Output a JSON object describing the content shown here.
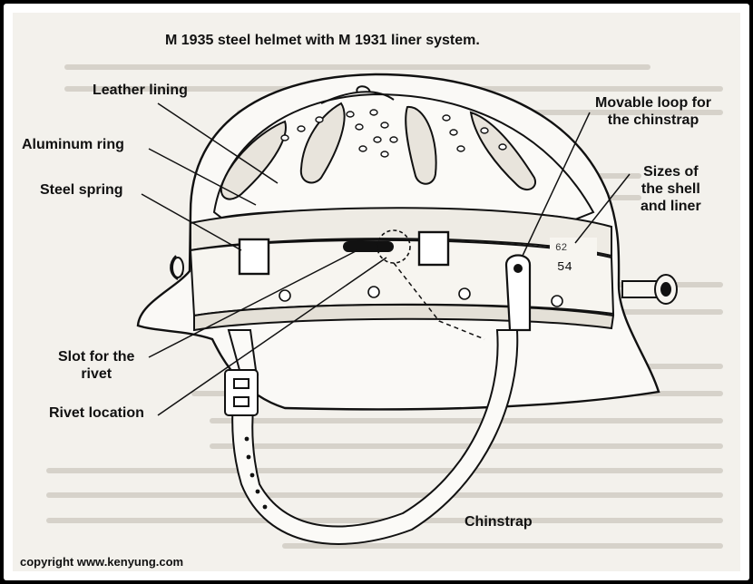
{
  "diagram": {
    "title": "M 1935 steel helmet with M 1931 liner system.",
    "labels": {
      "leather_lining": "Leather lining",
      "aluminum_ring": "Aluminum ring",
      "steel_spring": "Steel spring",
      "slot_for_rivet_line1": "Slot for the",
      "slot_for_rivet_line2": "rivet",
      "rivet_location": "Rivet location",
      "movable_loop_line1": "Movable loop for",
      "movable_loop_line2": "the chinstrap",
      "sizes_line1": "Sizes of",
      "sizes_line2": "the shell",
      "sizes_line3": "and liner",
      "chinstrap": "Chinstrap"
    },
    "stamp": {
      "line1": "62",
      "line2": "54"
    },
    "copyright": "copyright www.kenyung.com"
  }
}
